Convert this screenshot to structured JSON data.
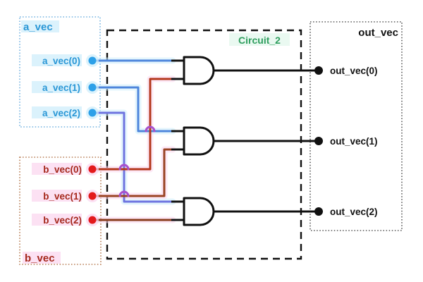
{
  "colors": {
    "a_wire": "#4e86dc",
    "a2_wire": "#6e74e0",
    "b0_wire": "#b4371c",
    "b1_wire": "#9a4424",
    "b2_wire": "#8a3d1d",
    "out_wire": "#111111",
    "a_label": "#2a97d6",
    "b_label": "#a5281c",
    "out_label": "#111111",
    "circuit_label": "#2f9e5e",
    "a_dot": "#2da0e8",
    "b_dot": "#e31a1c",
    "out_dot": "#111111",
    "a_glow": "#cfeefb",
    "b_glow": "#fbd7ef",
    "circuit_glow": "#e3f7ec",
    "a_border": "#6fb0df",
    "b_border": "#b5794f",
    "out_border": "#555555",
    "circuit_border": "#111111",
    "hop": "#a851cc"
  },
  "a_vec": {
    "title": "a_vec",
    "pins": [
      {
        "label": "a_vec(0)"
      },
      {
        "label": "a_vec(1)"
      },
      {
        "label": "a_vec(2)"
      }
    ]
  },
  "b_vec": {
    "title": "b_vec",
    "pins": [
      {
        "label": "b_vec(0)"
      },
      {
        "label": "b_vec(1)"
      },
      {
        "label": "b_vec(2)"
      }
    ]
  },
  "circuit": {
    "title": "Circuit_2",
    "gates": [
      {
        "type": "AND"
      },
      {
        "type": "AND"
      },
      {
        "type": "AND"
      }
    ]
  },
  "out_vec": {
    "title": "out_vec",
    "pins": [
      {
        "label": "out_vec(0)"
      },
      {
        "label": "out_vec(1)"
      },
      {
        "label": "out_vec(2)"
      }
    ]
  },
  "connections": [
    {
      "from": "a_vec(0)",
      "to": "AND1.input_top"
    },
    {
      "from": "b_vec(0)",
      "to": "AND1.input_bottom"
    },
    {
      "from": "AND1.output",
      "to": "out_vec(0)"
    },
    {
      "from": "a_vec(1)",
      "to": "AND2.input_top"
    },
    {
      "from": "b_vec(1)",
      "to": "AND2.input_bottom"
    },
    {
      "from": "AND2.output",
      "to": "out_vec(1)"
    },
    {
      "from": "a_vec(2)",
      "to": "AND3.input_top"
    },
    {
      "from": "b_vec(2)",
      "to": "AND3.input_bottom"
    },
    {
      "from": "AND3.output",
      "to": "out_vec(2)"
    }
  ]
}
